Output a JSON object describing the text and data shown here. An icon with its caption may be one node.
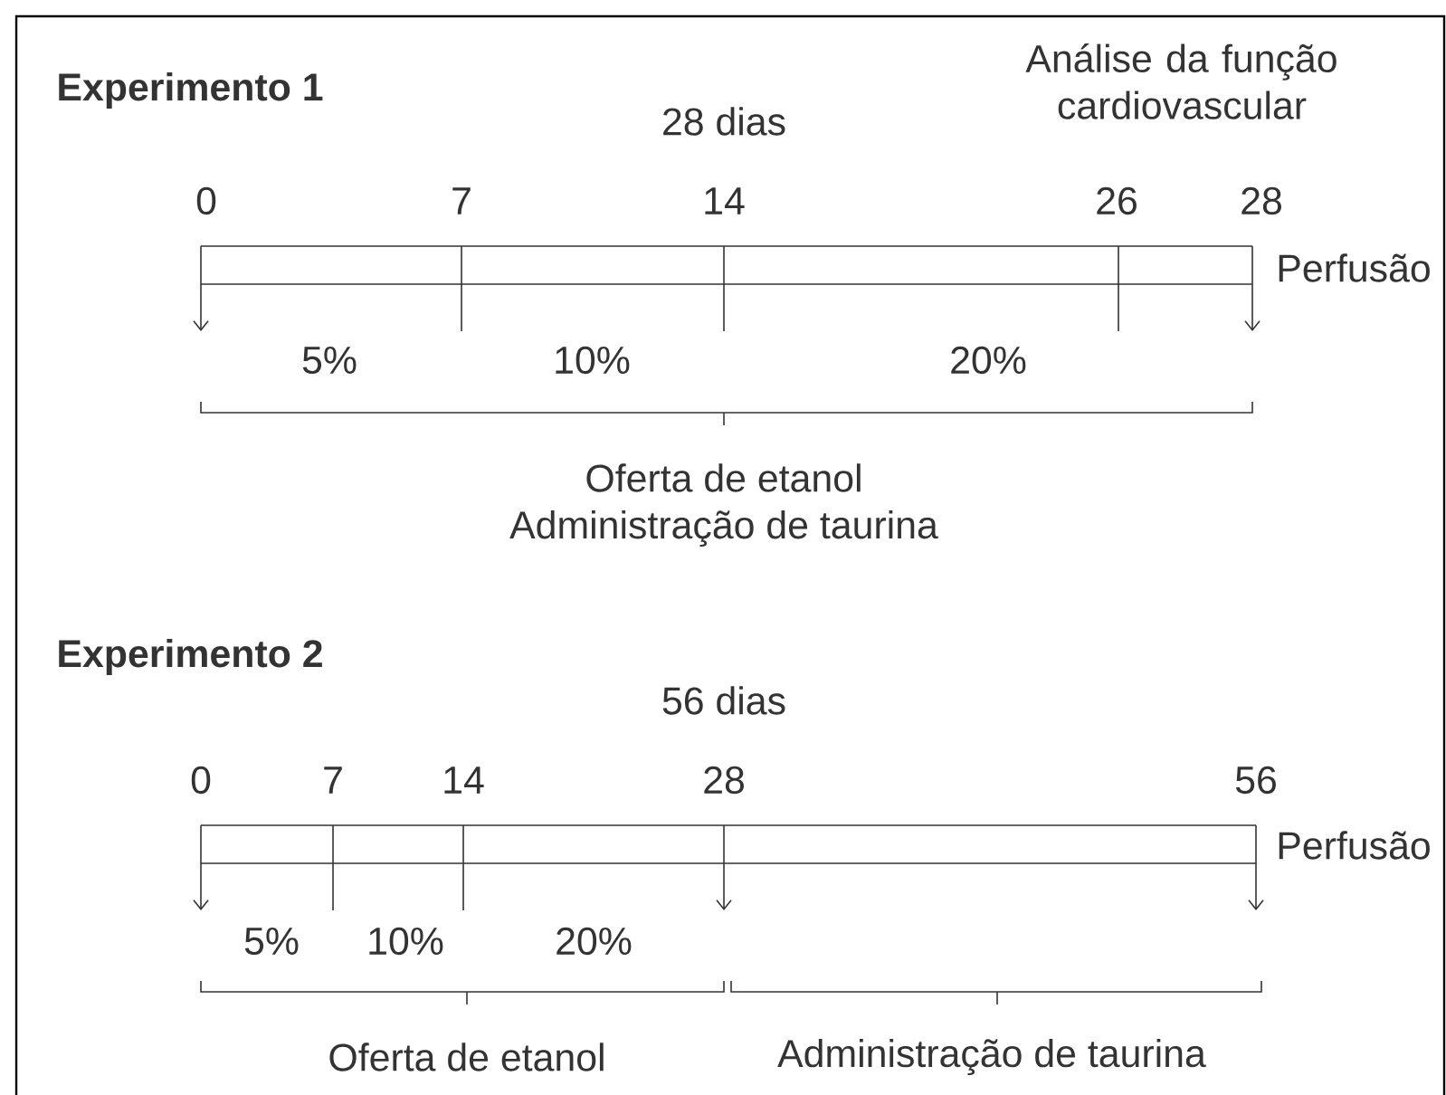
{
  "diagram": {
    "labels": [
      "Experimento 1",
      "Análise da função cardiovascular",
      "28 dias",
      "0",
      "7",
      "14",
      "26",
      "28",
      "Perfusão",
      "5%",
      "10%",
      "20%",
      "Oferta de etanol",
      "Administração de taurina",
      "Experimento 2",
      "56 dias",
      "0",
      "7",
      "14",
      "28",
      "56",
      "Perfusão",
      "5%",
      "10%",
      "20%",
      "Oferta de etanol",
      "Administração de taurina"
    ]
  }
}
